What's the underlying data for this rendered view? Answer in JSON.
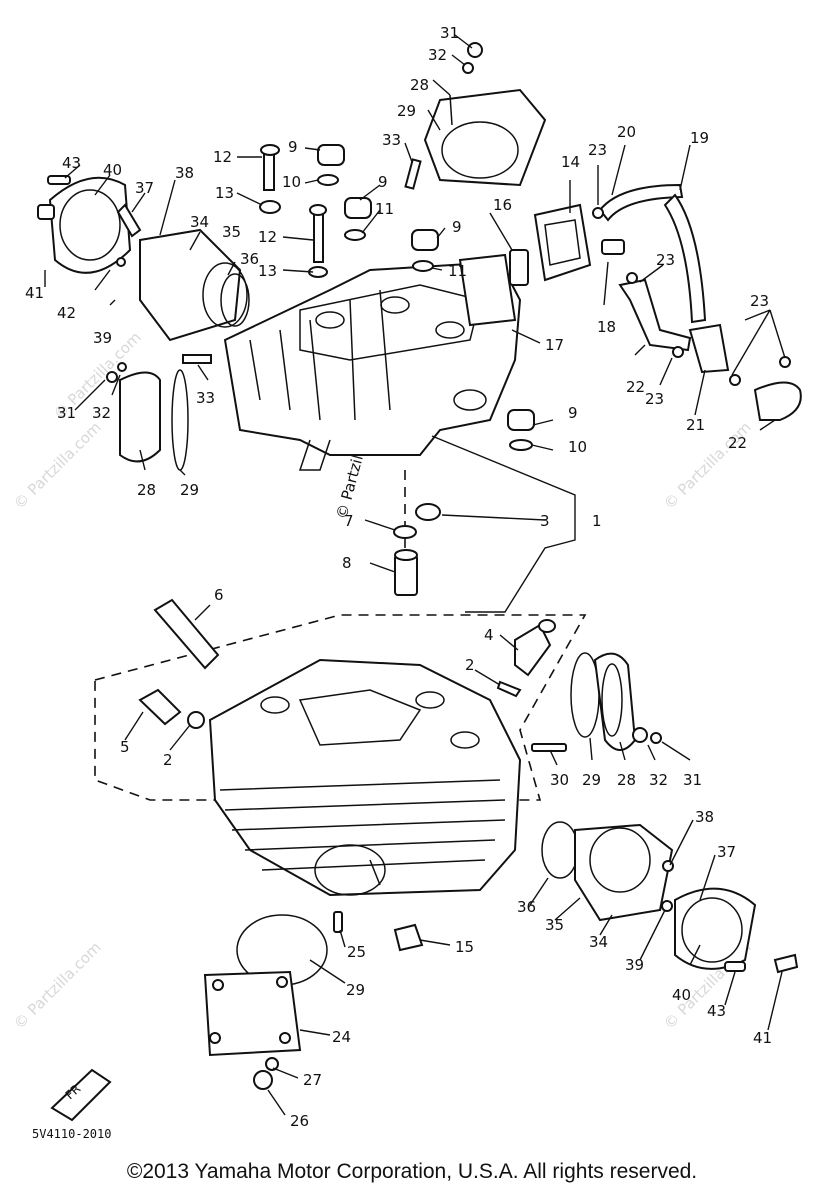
{
  "watermark": "© Partzilla.com",
  "diagram_code": "5V4110-2010",
  "fr_marker": "FR",
  "copyright": "©2013  Yamaha Motor Corporation, U.S.A. All rights reserved.",
  "callouts": [
    "31",
    "32",
    "28",
    "29",
    "33",
    "9",
    "10",
    "12",
    "13",
    "11",
    "43",
    "40",
    "37",
    "38",
    "34",
    "35",
    "36",
    "41",
    "42",
    "39",
    "16",
    "14",
    "23",
    "20",
    "19",
    "17",
    "18",
    "21",
    "22",
    "3",
    "1",
    "7",
    "8",
    "6",
    "4",
    "2",
    "5",
    "30",
    "15",
    "25",
    "24",
    "27",
    "26"
  ]
}
